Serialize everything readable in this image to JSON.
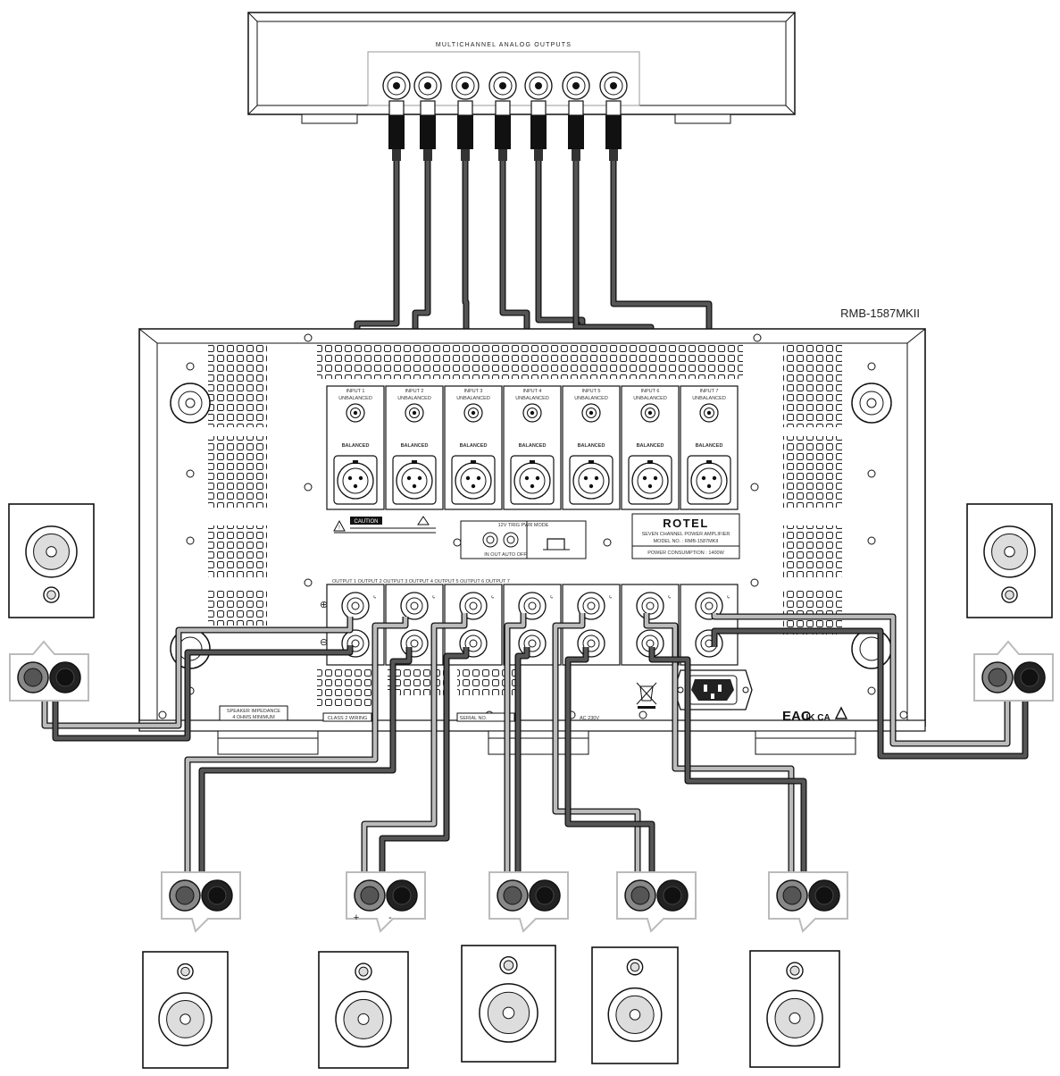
{
  "model_label": "RMB-1587MKII",
  "preamp": {
    "outputs_label": "MULTICHANNEL ANALOG OUTPUTS"
  },
  "amp": {
    "inputs": [
      {
        "name": "INPUT 1",
        "unbalanced": "UNBALANCED",
        "balanced": "BALANCED"
      },
      {
        "name": "INPUT 2",
        "unbalanced": "UNBALANCED",
        "balanced": "BALANCED"
      },
      {
        "name": "INPUT 3",
        "unbalanced": "UNBALANCED",
        "balanced": "BALANCED"
      },
      {
        "name": "INPUT 4",
        "unbalanced": "UNBALANCED",
        "balanced": "BALANCED"
      },
      {
        "name": "INPUT 5",
        "unbalanced": "UNBALANCED",
        "balanced": "BALANCED"
      },
      {
        "name": "INPUT 6",
        "unbalanced": "UNBALANCED",
        "balanced": "BALANCED"
      },
      {
        "name": "INPUT 7",
        "unbalanced": "UNBALANCED",
        "balanced": "BALANCED"
      }
    ],
    "outputs_row": "OUTPUT 1      OUTPUT 2 OUTPUT 3 OUTPUT 4 OUTPUT 5 OUTPUT 6 OUTPUT 7",
    "trigger_title": "12V TRIG  PWR MODE",
    "trigger_sub": "IN  OUT  AUTO  OFF",
    "caution": "CAUTION",
    "brand": "ROTEL",
    "nameplate": [
      "SEVEN CHANNEL POWER AMPLIFIER",
      "MODEL NO. : RMB-1587MKII",
      "POWER CONSUMPTION : 1400W"
    ],
    "speaker_note": [
      "SPEAKER IMPEDANCE",
      "4 OHMS MINIMUM"
    ],
    "class_label": "CLASS 2 WIRING",
    "serial_label": "SERIAL NO.",
    "voltage_label": "AC 230V",
    "cert": {
      "eac": "EAC",
      "ukca": "UK CA"
    }
  },
  "polarity": {
    "plus": "+",
    "minus": "-"
  },
  "colors": {
    "line": "#111111",
    "dark_cable": "#555555",
    "light_cable": "#bbbbbb"
  }
}
